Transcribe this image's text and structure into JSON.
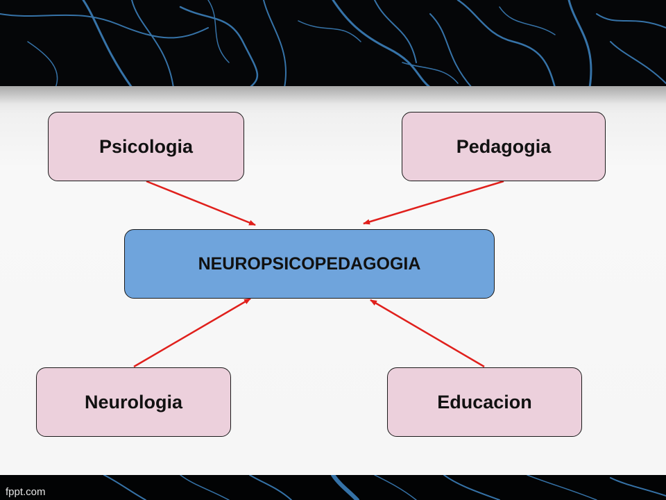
{
  "diagram": {
    "center": {
      "label": "NEUROPSICOPEDAGOGIA"
    },
    "nodes": [
      {
        "id": "psicologia",
        "label": "Psicologia"
      },
      {
        "id": "pedagogia",
        "label": "Pedagogia"
      },
      {
        "id": "neurologia",
        "label": "Neurologia"
      },
      {
        "id": "educacion",
        "label": "Educacion"
      }
    ],
    "edges": [
      {
        "from": "psicologia",
        "to": "center"
      },
      {
        "from": "pedagogia",
        "to": "center"
      },
      {
        "from": "neurologia",
        "to": "center"
      },
      {
        "from": "educacion",
        "to": "center"
      }
    ]
  },
  "colors": {
    "node_fill": "#ecd0dc",
    "center_fill": "#6fa4dc",
    "arrow": "#e0201c",
    "nerve": "#3f86c4"
  },
  "footer": {
    "watermark": "fppt.com"
  }
}
